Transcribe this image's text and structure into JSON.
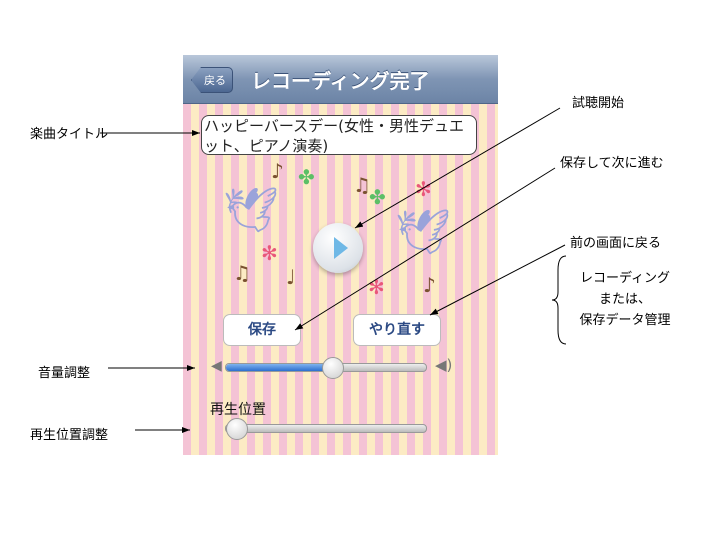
{
  "header": {
    "back_label": "戻る",
    "title": "レコーディング完了"
  },
  "song_title": "ハッピーバースデー(女性・男性デュエット、ピアノ演奏)",
  "buttons": {
    "save": "保存",
    "redo": "やり直す"
  },
  "volume": {
    "level": 0.53
  },
  "playback": {
    "label": "再生位置",
    "position": 0
  },
  "annotations": {
    "song_title": "楽曲タイトル",
    "play": "試聴開始",
    "save": "保存して次に進む",
    "redo": "前の画面に戻る",
    "redo_note": [
      "レコーディング",
      "または、",
      "保存データ管理"
    ],
    "volume": "音量調整",
    "playback": "再生位置調整"
  },
  "colors": {
    "stripe_pink": "#f4c3d5",
    "stripe_yellow": "#fcebc4",
    "header": "#7f95b4",
    "button_text": "#2c4a84"
  }
}
